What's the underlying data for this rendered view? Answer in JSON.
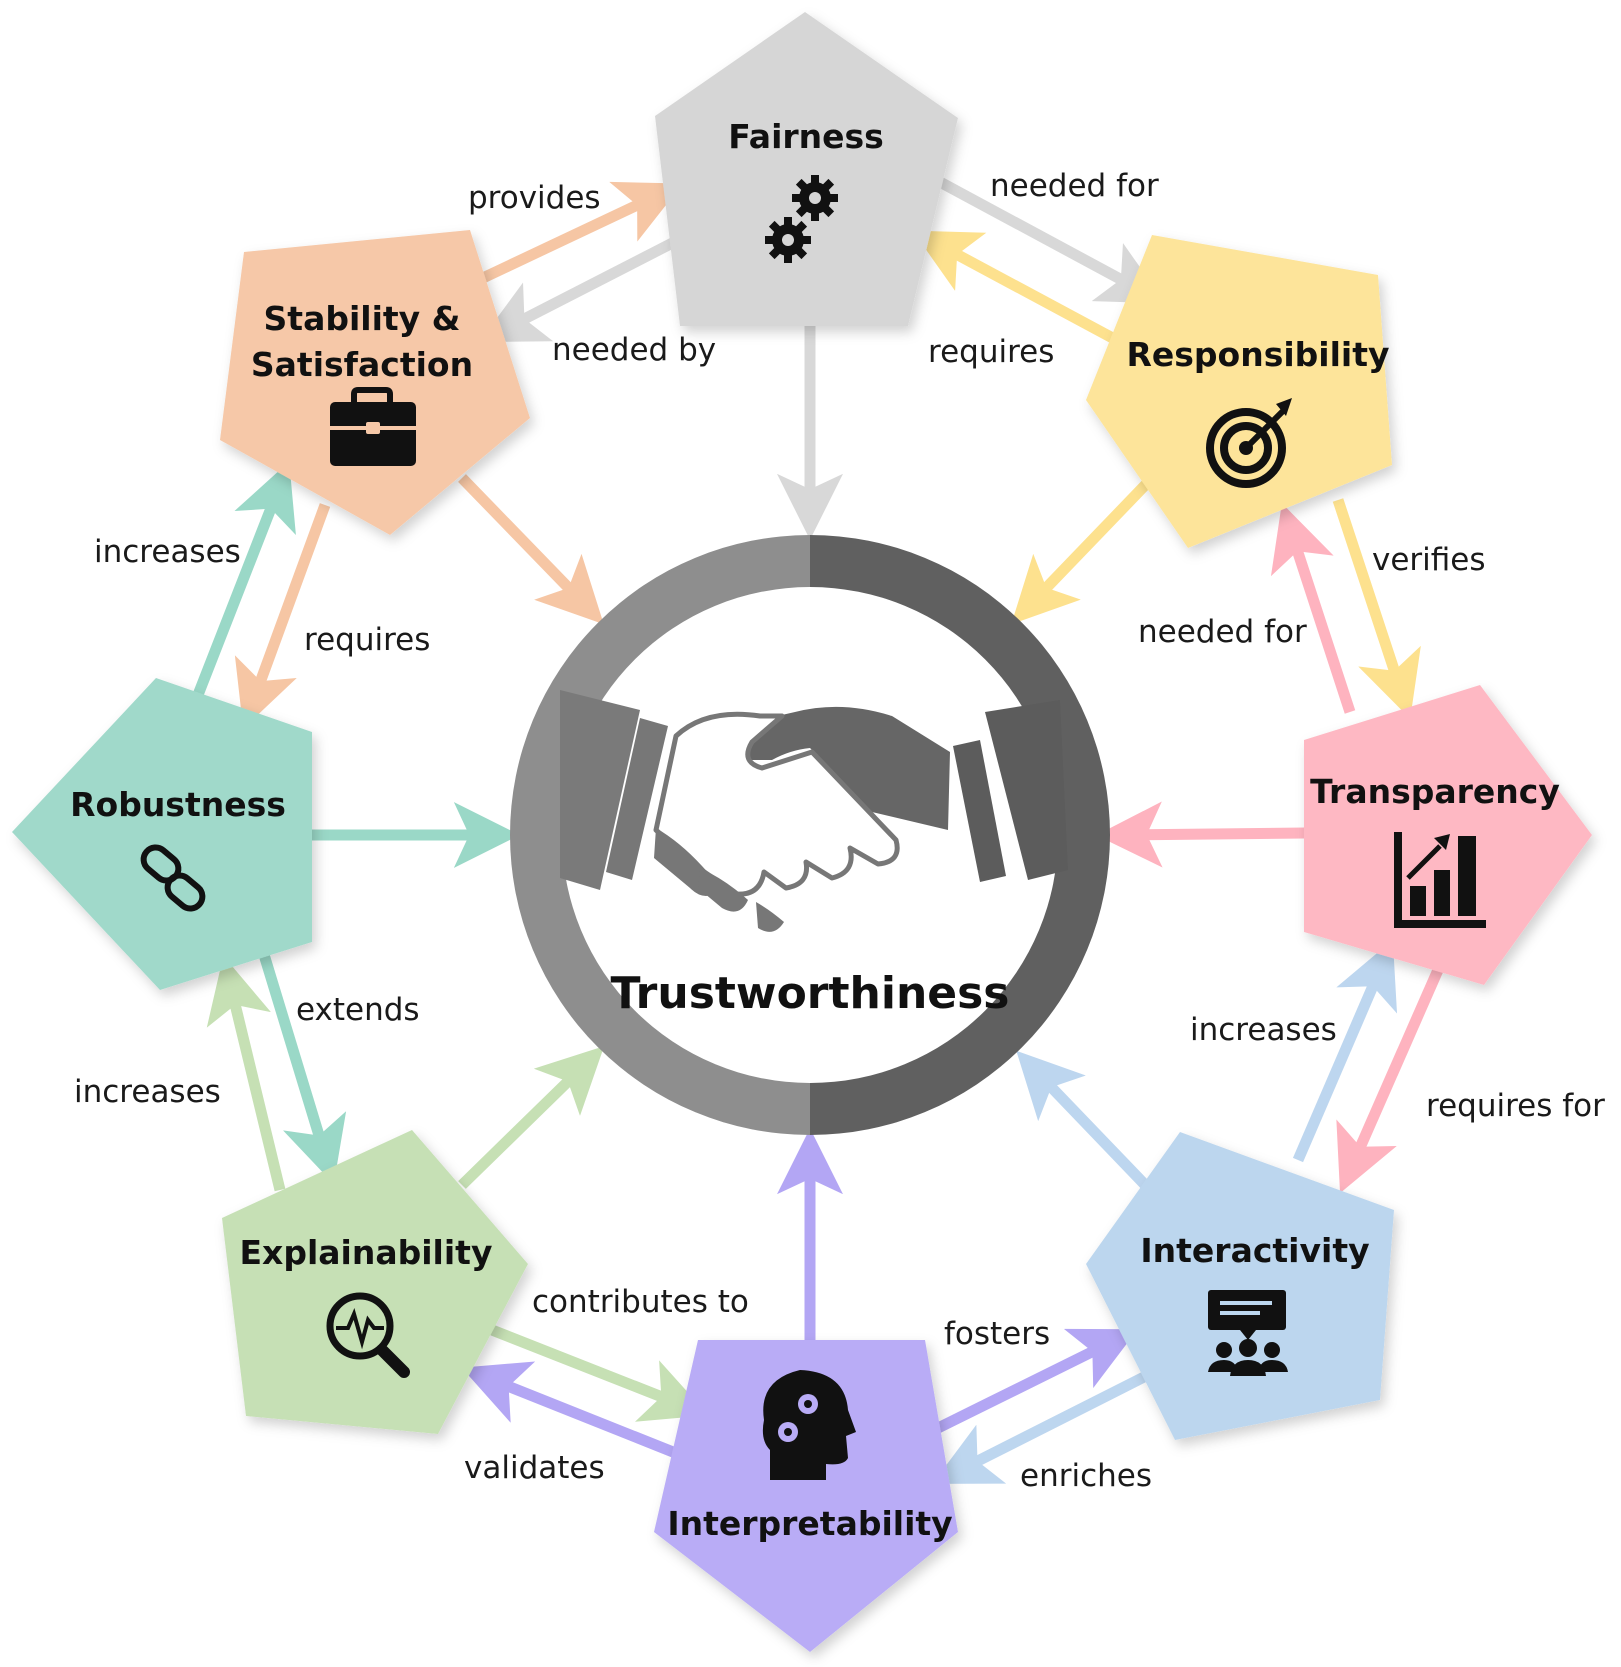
{
  "center": {
    "label": "Trustworthiness",
    "icon": "handshake-icon"
  },
  "nodes": {
    "fairness": {
      "label": "Fairness",
      "icon": "gears-icon",
      "color": "#d6d6d6"
    },
    "responsibility": {
      "label": "Responsibility",
      "icon": "target-icon",
      "color": "#fde49a"
    },
    "transparency": {
      "label": "Transparency",
      "icon": "bar-chart-icon",
      "color": "#feb8c3"
    },
    "interactivity": {
      "label": "Interactivity",
      "icon": "meeting-icon",
      "color": "#bcd6ee"
    },
    "interpretability": {
      "label": "Interpretability",
      "icon": "brain-gears-icon",
      "color": "#b9acf6"
    },
    "explainability": {
      "label": "Explainability",
      "icon": "magnifier-pulse-icon",
      "color": "#c6e0b5"
    },
    "robustness": {
      "label": "Robustness",
      "icon": "chain-link-icon",
      "color": "#9fd9c9"
    },
    "stability": {
      "label_line1": "Stability &",
      "label_line2": "Satisfaction",
      "icon": "briefcase-icon",
      "color": "#f6c8a8"
    }
  },
  "edges": {
    "provides": "provides",
    "needed_by": "needed by",
    "needed_for_fair": "needed for",
    "requires_resp": "requires",
    "verifies": "verifies",
    "needed_for_trans": "needed for",
    "increases_inter": "increases",
    "requires_for": "requires for",
    "fosters": "fosters",
    "enriches": "enriches",
    "contributes_to": "contributes to",
    "validates": "validates",
    "increases_expl": "increases",
    "extends": "extends",
    "increases_rob": "increases",
    "requires_stab": "requires"
  }
}
